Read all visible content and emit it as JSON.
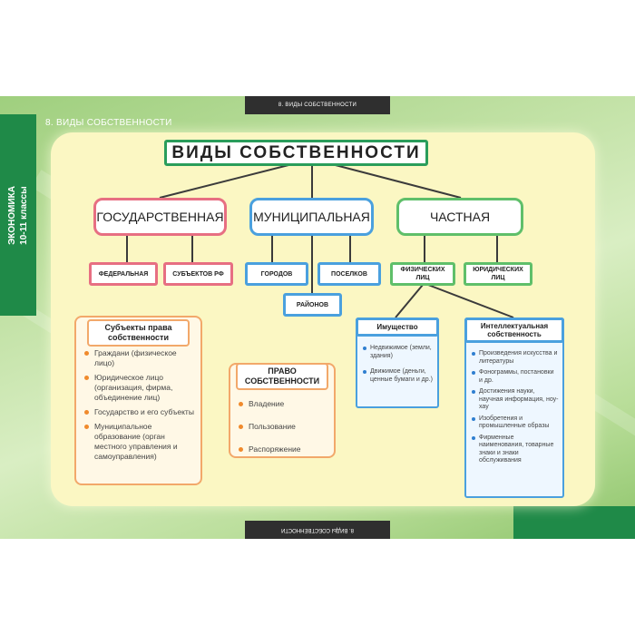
{
  "sidebar": {
    "line1": "ЭКОНОМИКА",
    "line2": "10-11 классы"
  },
  "top_label": "8. ВИДЫ СОБСТВЕННОСТИ",
  "bottom_label": "8. ВИДЫ СОБСТВЕННОСТИ",
  "section_heading": "8. ВИДЫ СОБСТВЕННОСТИ",
  "diagram": {
    "title": "ВИДЫ СОБСТВЕННОСТИ",
    "state": {
      "label": "ГОСУДАРСТВЕННАЯ",
      "children": [
        "ФЕДЕРАЛЬНАЯ",
        "СУБЪЕКТОВ РФ"
      ]
    },
    "municipal": {
      "label": "МУНИЦИПАЛЬНАЯ",
      "children": [
        "ГОРОДОВ",
        "РАЙОНОВ",
        "ПОСЕЛКОВ"
      ]
    },
    "private": {
      "label": "ЧАСТНАЯ",
      "children": [
        "ФИЗИЧЕСКИХ ЛИЦ",
        "ЮРИДИЧЕСКИХ ЛИЦ"
      ]
    },
    "subjects": {
      "title": "Субъекты права собственности",
      "items": [
        "Граждани (физическое лицо)",
        "Юридическое лицо (организация, фирма, объединение лиц)",
        "Государство и его субъекты",
        "Муниципальное образование (орган местного управления и самоуправления)"
      ]
    },
    "rights": {
      "title": "ПРАВО СОБСТВЕННОСТИ",
      "items": [
        "Владение",
        "Пользование",
        "Распоряжение"
      ]
    },
    "property": {
      "title": "Имущество",
      "items": [
        "Недвижимое (земли, здания)",
        "Движимое (деньги, ценные бумаги и др.)"
      ]
    },
    "intellectual": {
      "title": "Интеллектуальная собственность",
      "items": [
        "Произведения искусства и литературы",
        "Фонограммы, постановки и др.",
        "Достижения науки, научная информация, ноу-хау",
        "Изобретения и промышленные образы",
        "Фирменные наименования, товарные знаки и знаки обслуживания"
      ]
    }
  },
  "colors": {
    "accent_green": "#1f8a48",
    "state_red": "#e76f82",
    "municipal_blue": "#4aa0de",
    "private_green": "#5fbf6a",
    "panel_yellow": "#fbf7c3",
    "bullet_orange": "#f08a2c"
  }
}
